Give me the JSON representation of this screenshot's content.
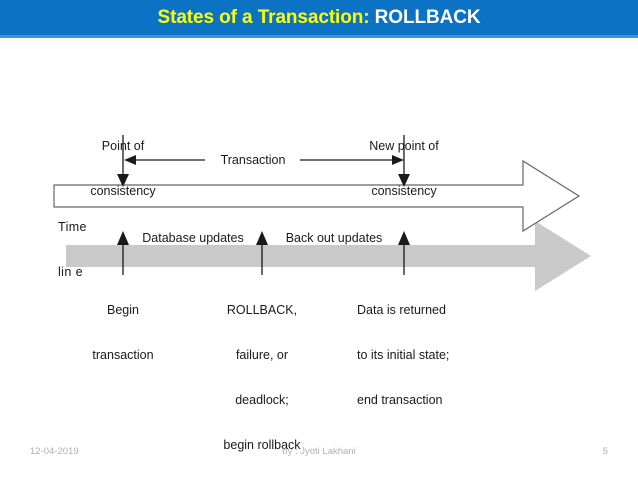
{
  "slide": {
    "title": {
      "part_highlight": "States of a Transaction:",
      "part_plain": " ROLLBACK",
      "highlight_color": "#ffff00",
      "plain_color": "#ffffff",
      "banner_color": "#0b72c4"
    },
    "footer": {
      "date": "12-04-2019",
      "author": "by : Jyoti Lakhani",
      "page_number": "5"
    }
  },
  "diagram": {
    "type": "timeline",
    "timeline_label_line1": "Time",
    "timeline_label_line2": "lin e",
    "transaction_bracket_label": "Transaction",
    "top_markers": [
      {
        "id": "point-of-consistency",
        "line1": "Point of",
        "line2": "consistency"
      },
      {
        "id": "new-point-of-consistency",
        "line1": "New point of",
        "line2": "consistency"
      }
    ],
    "phase_labels": [
      {
        "id": "database-updates",
        "text": "Database updates"
      },
      {
        "id": "back-out-updates",
        "text": "Back out updates"
      }
    ],
    "bottom_markers": [
      {
        "id": "begin-transaction",
        "lines": [
          "Begin",
          "transaction"
        ],
        "align": "center"
      },
      {
        "id": "rollback-failure-deadlock",
        "lines": [
          "ROLLBACK,",
          "failure, or",
          "deadlock;",
          "begin rollback"
        ],
        "align": "center"
      },
      {
        "id": "data-returned-end-transaction",
        "lines": [
          "Data is returned",
          "to its initial state;",
          "end transaction"
        ],
        "align": "left"
      }
    ]
  }
}
